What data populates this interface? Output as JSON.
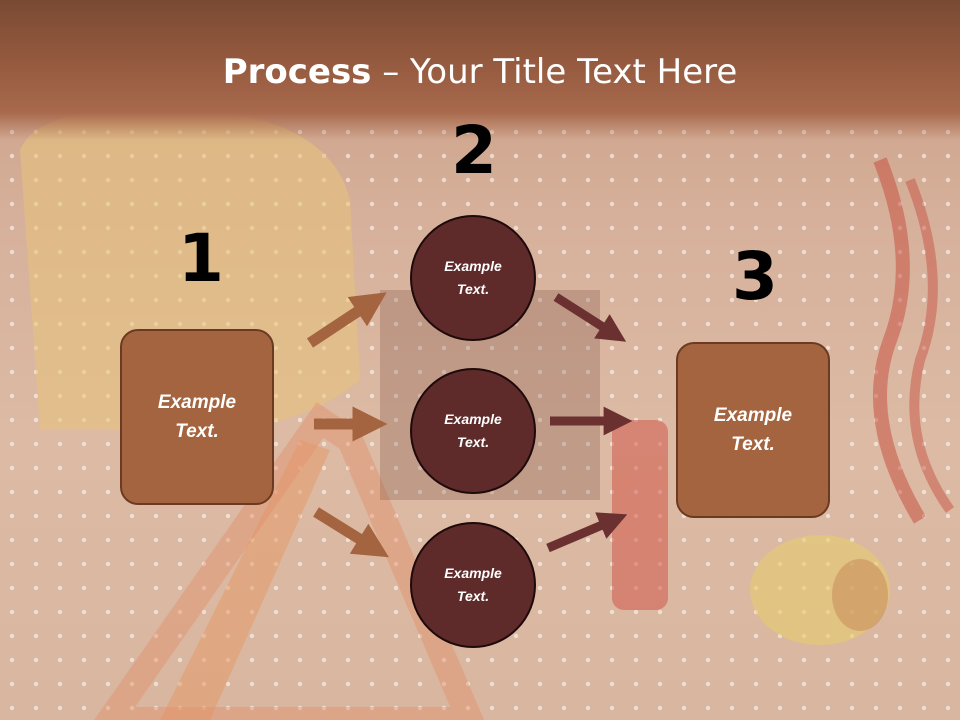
{
  "title": {
    "bold": "Process",
    "rest": " – Your Title Text Here"
  },
  "steps": [
    {
      "number": "1",
      "text": "Example\nText."
    },
    {
      "number": "2",
      "text": "Example\nText."
    },
    {
      "number": "3",
      "text": "Example\nText."
    }
  ],
  "circles": [
    {
      "text": "Example\nText."
    },
    {
      "text": "Example\nText."
    },
    {
      "text": "Example\nText."
    }
  ],
  "colors": {
    "header": "#955a3f",
    "box_fill": "#a4643f",
    "circle_fill": "#5e2a2a",
    "arrow_light": "#a4643f",
    "arrow_dark": "#6b3030"
  }
}
